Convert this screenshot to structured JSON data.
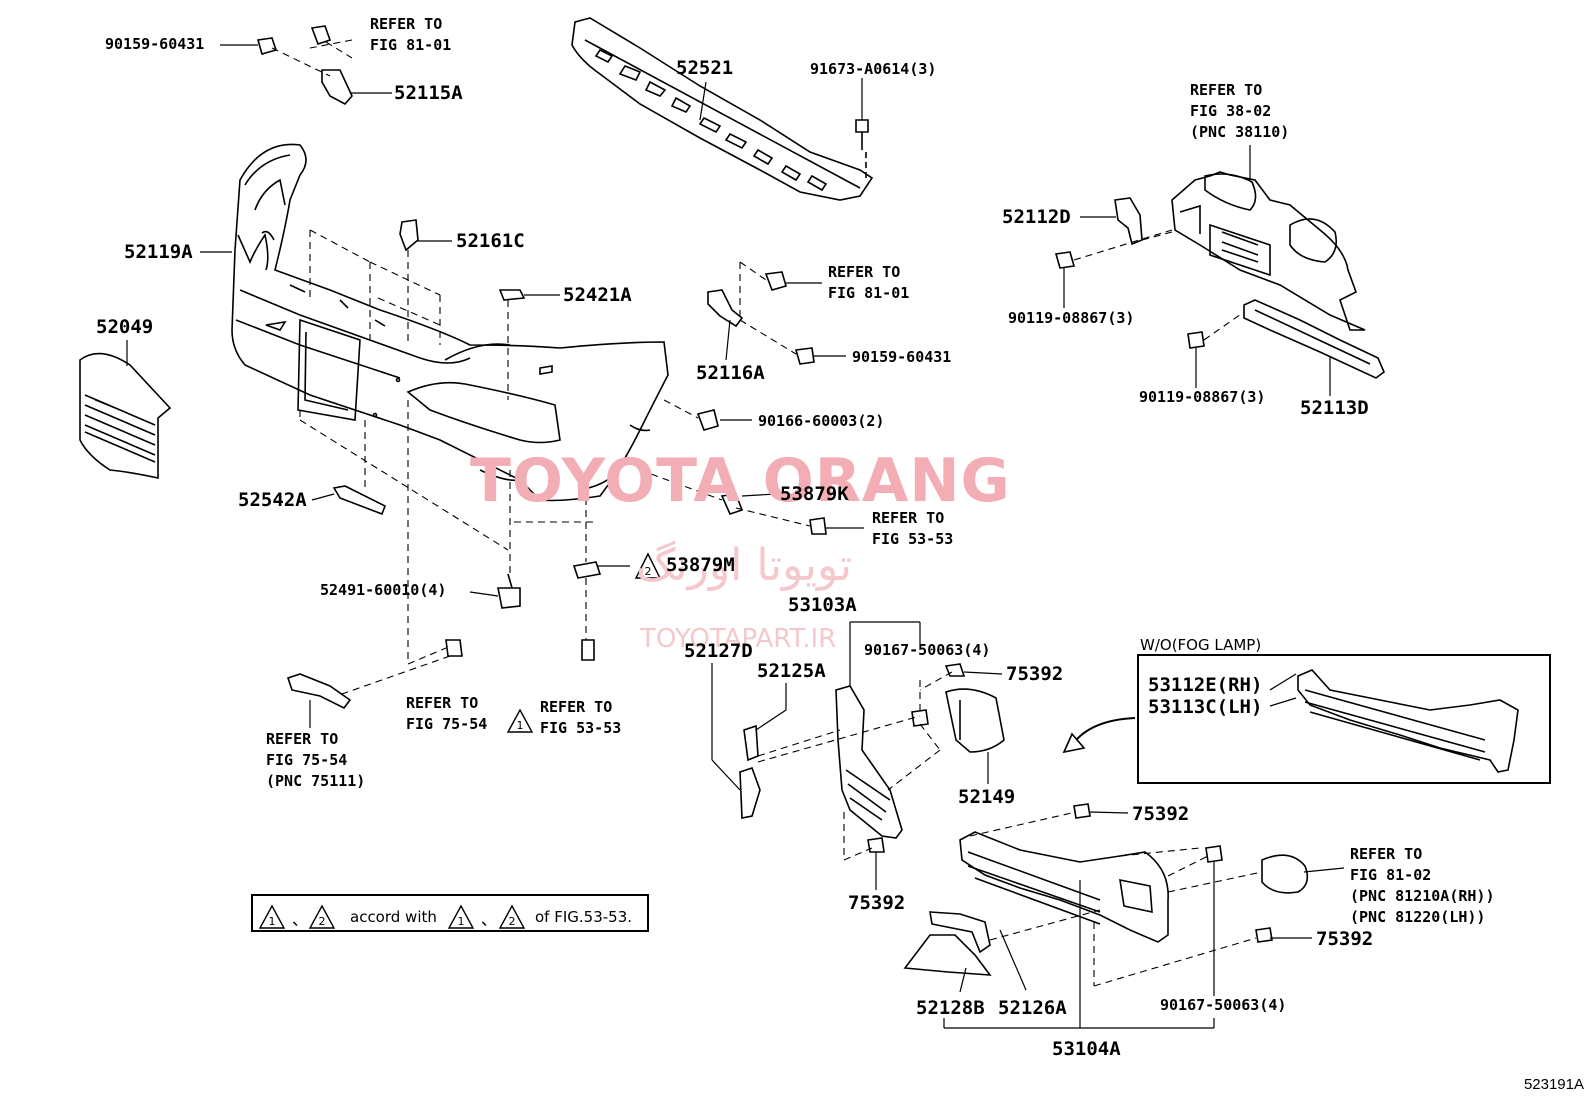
{
  "watermark": {
    "brand": "TOYOTA ORANG",
    "persian": "تویوتا اورنگ",
    "site": "TOYOTAPART.IR"
  },
  "parts": {
    "p90159_60431_top": "90159-60431",
    "p52115A": "52115A",
    "p52521": "52521",
    "p91673": "91673-A0614(3)",
    "p52119A": "52119A",
    "p52161C": "52161C",
    "p52049": "52049",
    "p52421A": "52421A",
    "p52116A": "52116A",
    "p90159_60431_mid": "90159-60431",
    "p90166": "90166-60003(2)",
    "p52112D": "52112D",
    "p90119_a": "90119-08867(3)",
    "p90119_b": "90119-08867(3)",
    "p52113D": "52113D",
    "p52542A": "52542A",
    "p53879K": "53879K",
    "p53879M": "53879M",
    "p52491": "52491-60010(4)",
    "p53103A": "53103A",
    "p52127D": "52127D",
    "p52125A": "52125A",
    "p90167_top": "90167-50063(4)",
    "p75392_a": "75392",
    "p52149": "52149",
    "p53112E": "53112E(RH)",
    "p53113C": "53113C(LH)",
    "p75392_b": "75392",
    "p75392_c": "75392",
    "p75392_d": "75392",
    "p52128B": "52128B",
    "p52126A": "52126A",
    "p90167_bot": "90167-50063(4)",
    "p53104A": "53104A"
  },
  "refs": {
    "r_fig81_01_top": "REFER TO\nFIG 81-01",
    "r_fig38_02": "REFER TO\nFIG 38-02\n(PNC 38110)",
    "r_fig81_01_mid": "REFER TO\nFIG 81-01",
    "r_fig53_53_right": "REFER TO\nFIG 53-53",
    "r_fig75_54_a": "REFER TO\nFIG 75-54",
    "r_fig53_53_low": "REFER TO\nFIG 53-53",
    "r_fig75_54_b": "REFER TO\nFIG 75-54\n(PNC 75111)",
    "r_fig81_02": "REFER TO\nFIG 81-02\n(PNC 81210A(RH))\n(PNC 81220(LH))"
  },
  "inset": {
    "title": "W/O(FOG LAMP)"
  },
  "note": {
    "marker1": "1",
    "marker2": "2",
    "sep": "、",
    "text": "accord with",
    "text2": "of FIG.53-53."
  },
  "figure_code": "523191A"
}
